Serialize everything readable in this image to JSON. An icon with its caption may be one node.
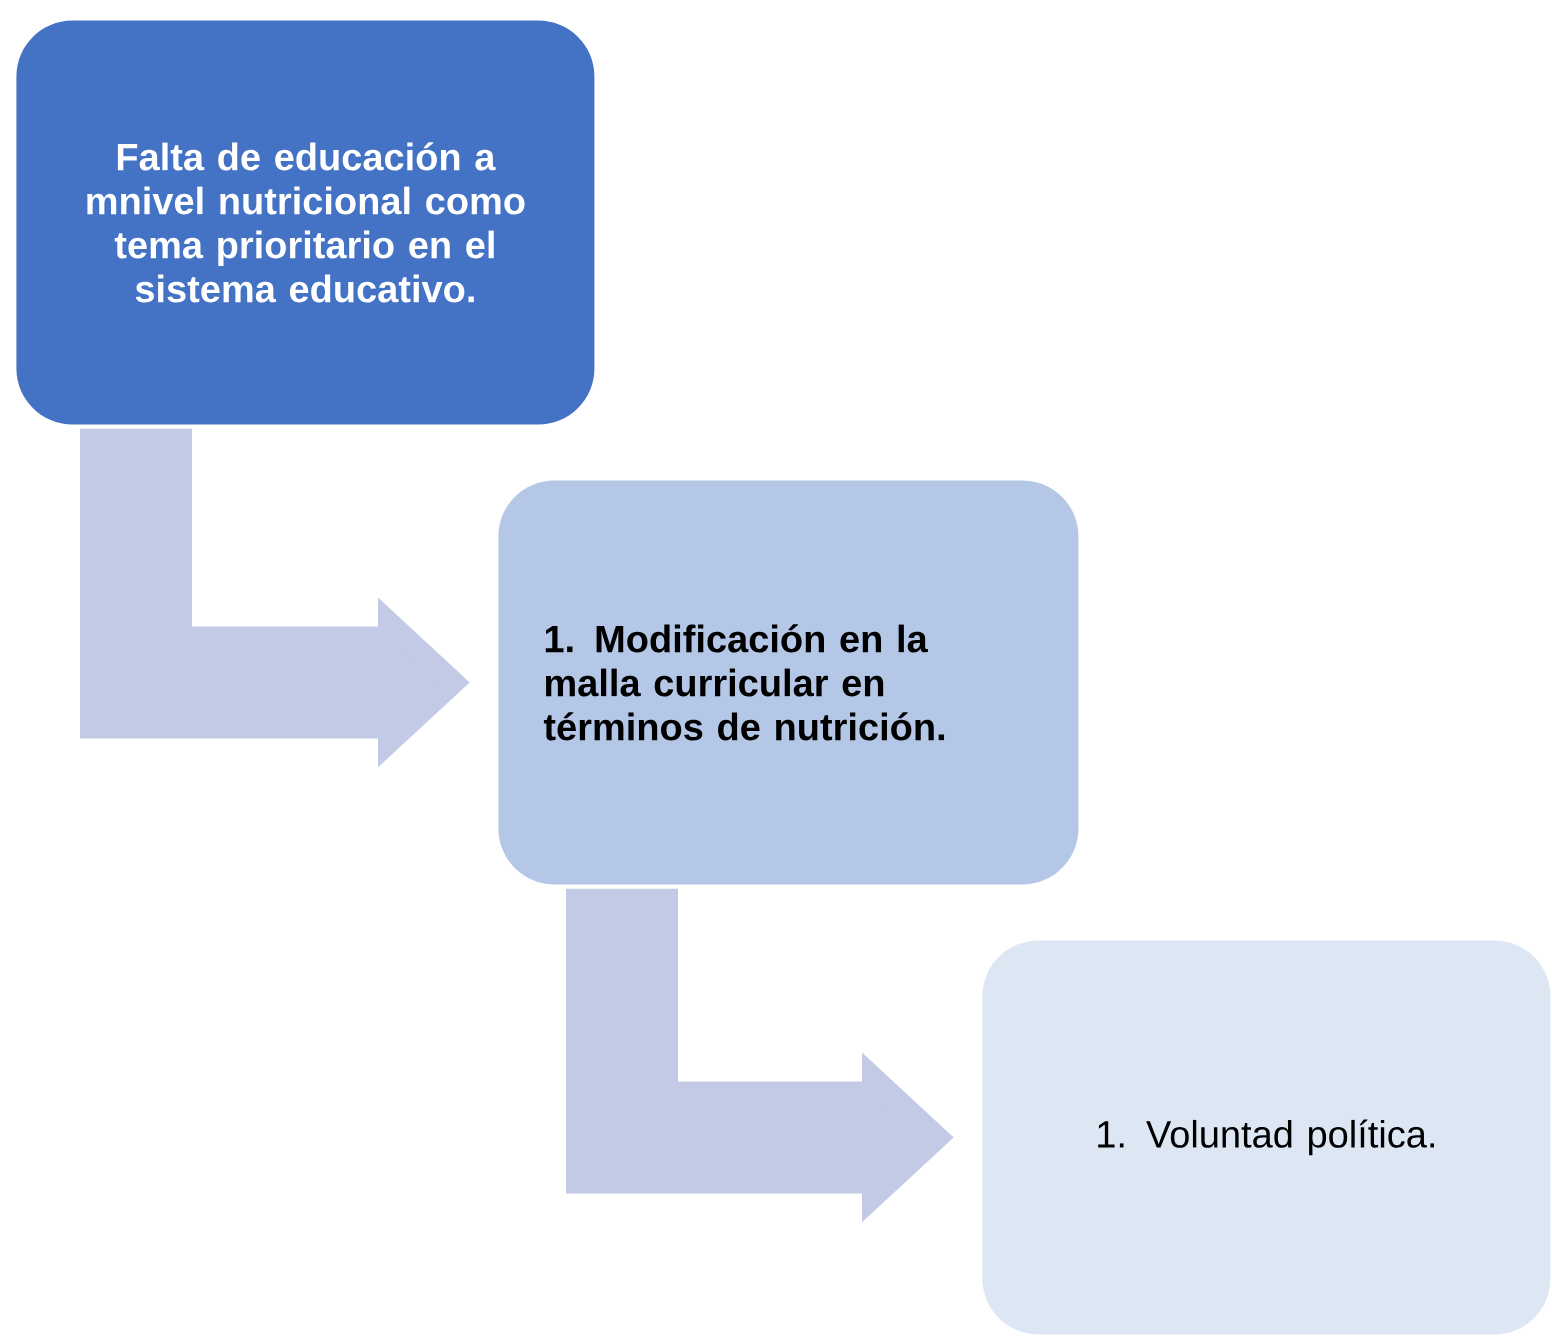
{
  "diagram": {
    "nodes": [
      {
        "text": [
          "Falta de educación a mnivel nutricional como tema prioritario en el sistema educativo."
        ]
      },
      {
        "text": [
          "1. Modificación en la malla curricular en términos de nutrición."
        ]
      },
      {
        "text": [
          "1. Voluntad política."
        ]
      }
    ],
    "edges": [
      {
        "from": 0,
        "to": 1,
        "arrow": "to"
      },
      {
        "from": 1,
        "to": 2,
        "arrow": "to"
      }
    ]
  }
}
